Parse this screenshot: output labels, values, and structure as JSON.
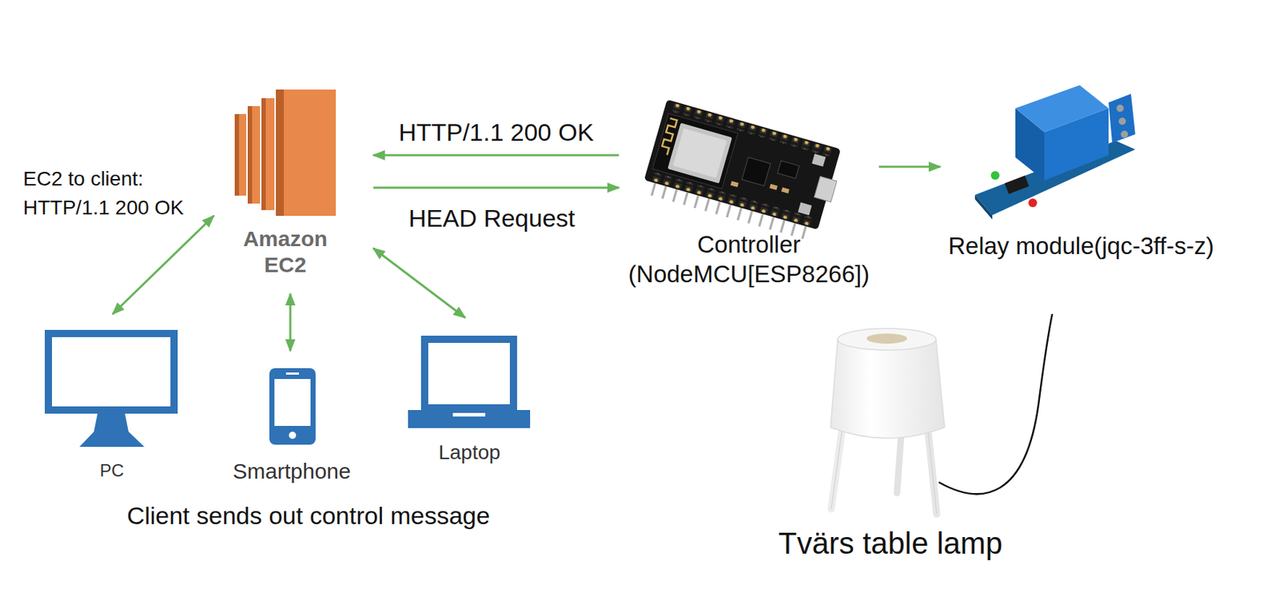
{
  "diagram": {
    "nodes": [
      {
        "text": [
          "Amazon EC2"
        ]
      },
      {
        "text": [
          "Controller (NodeMCU[ESP8266])"
        ]
      },
      {
        "text": [
          "Relay module(jqc-3ff-s-z)"
        ]
      },
      {
        "text": [
          "PC"
        ]
      },
      {
        "text": [
          "Smartphone"
        ]
      },
      {
        "text": [
          "Laptop"
        ]
      },
      {
        "text": [
          "Tvärs table lamp"
        ]
      }
    ],
    "edges": [
      {
        "from": 1,
        "to": 0,
        "label": "HTTP/1.1 200 OK",
        "arrow": "to"
      },
      {
        "from": 0,
        "to": 1,
        "label": "HEAD Request",
        "arrow": "to"
      },
      {
        "from": 1,
        "to": 2,
        "arrow": "to"
      },
      {
        "from": 3,
        "to": 0,
        "arrow": "both"
      },
      {
        "from": 4,
        "to": 0,
        "arrow": "both"
      },
      {
        "from": 5,
        "to": 0,
        "arrow": "both"
      }
    ],
    "labels": [
      "EC2 to client: HTTP/1.1 200 OK",
      "Client sends out control message"
    ]
  }
}
